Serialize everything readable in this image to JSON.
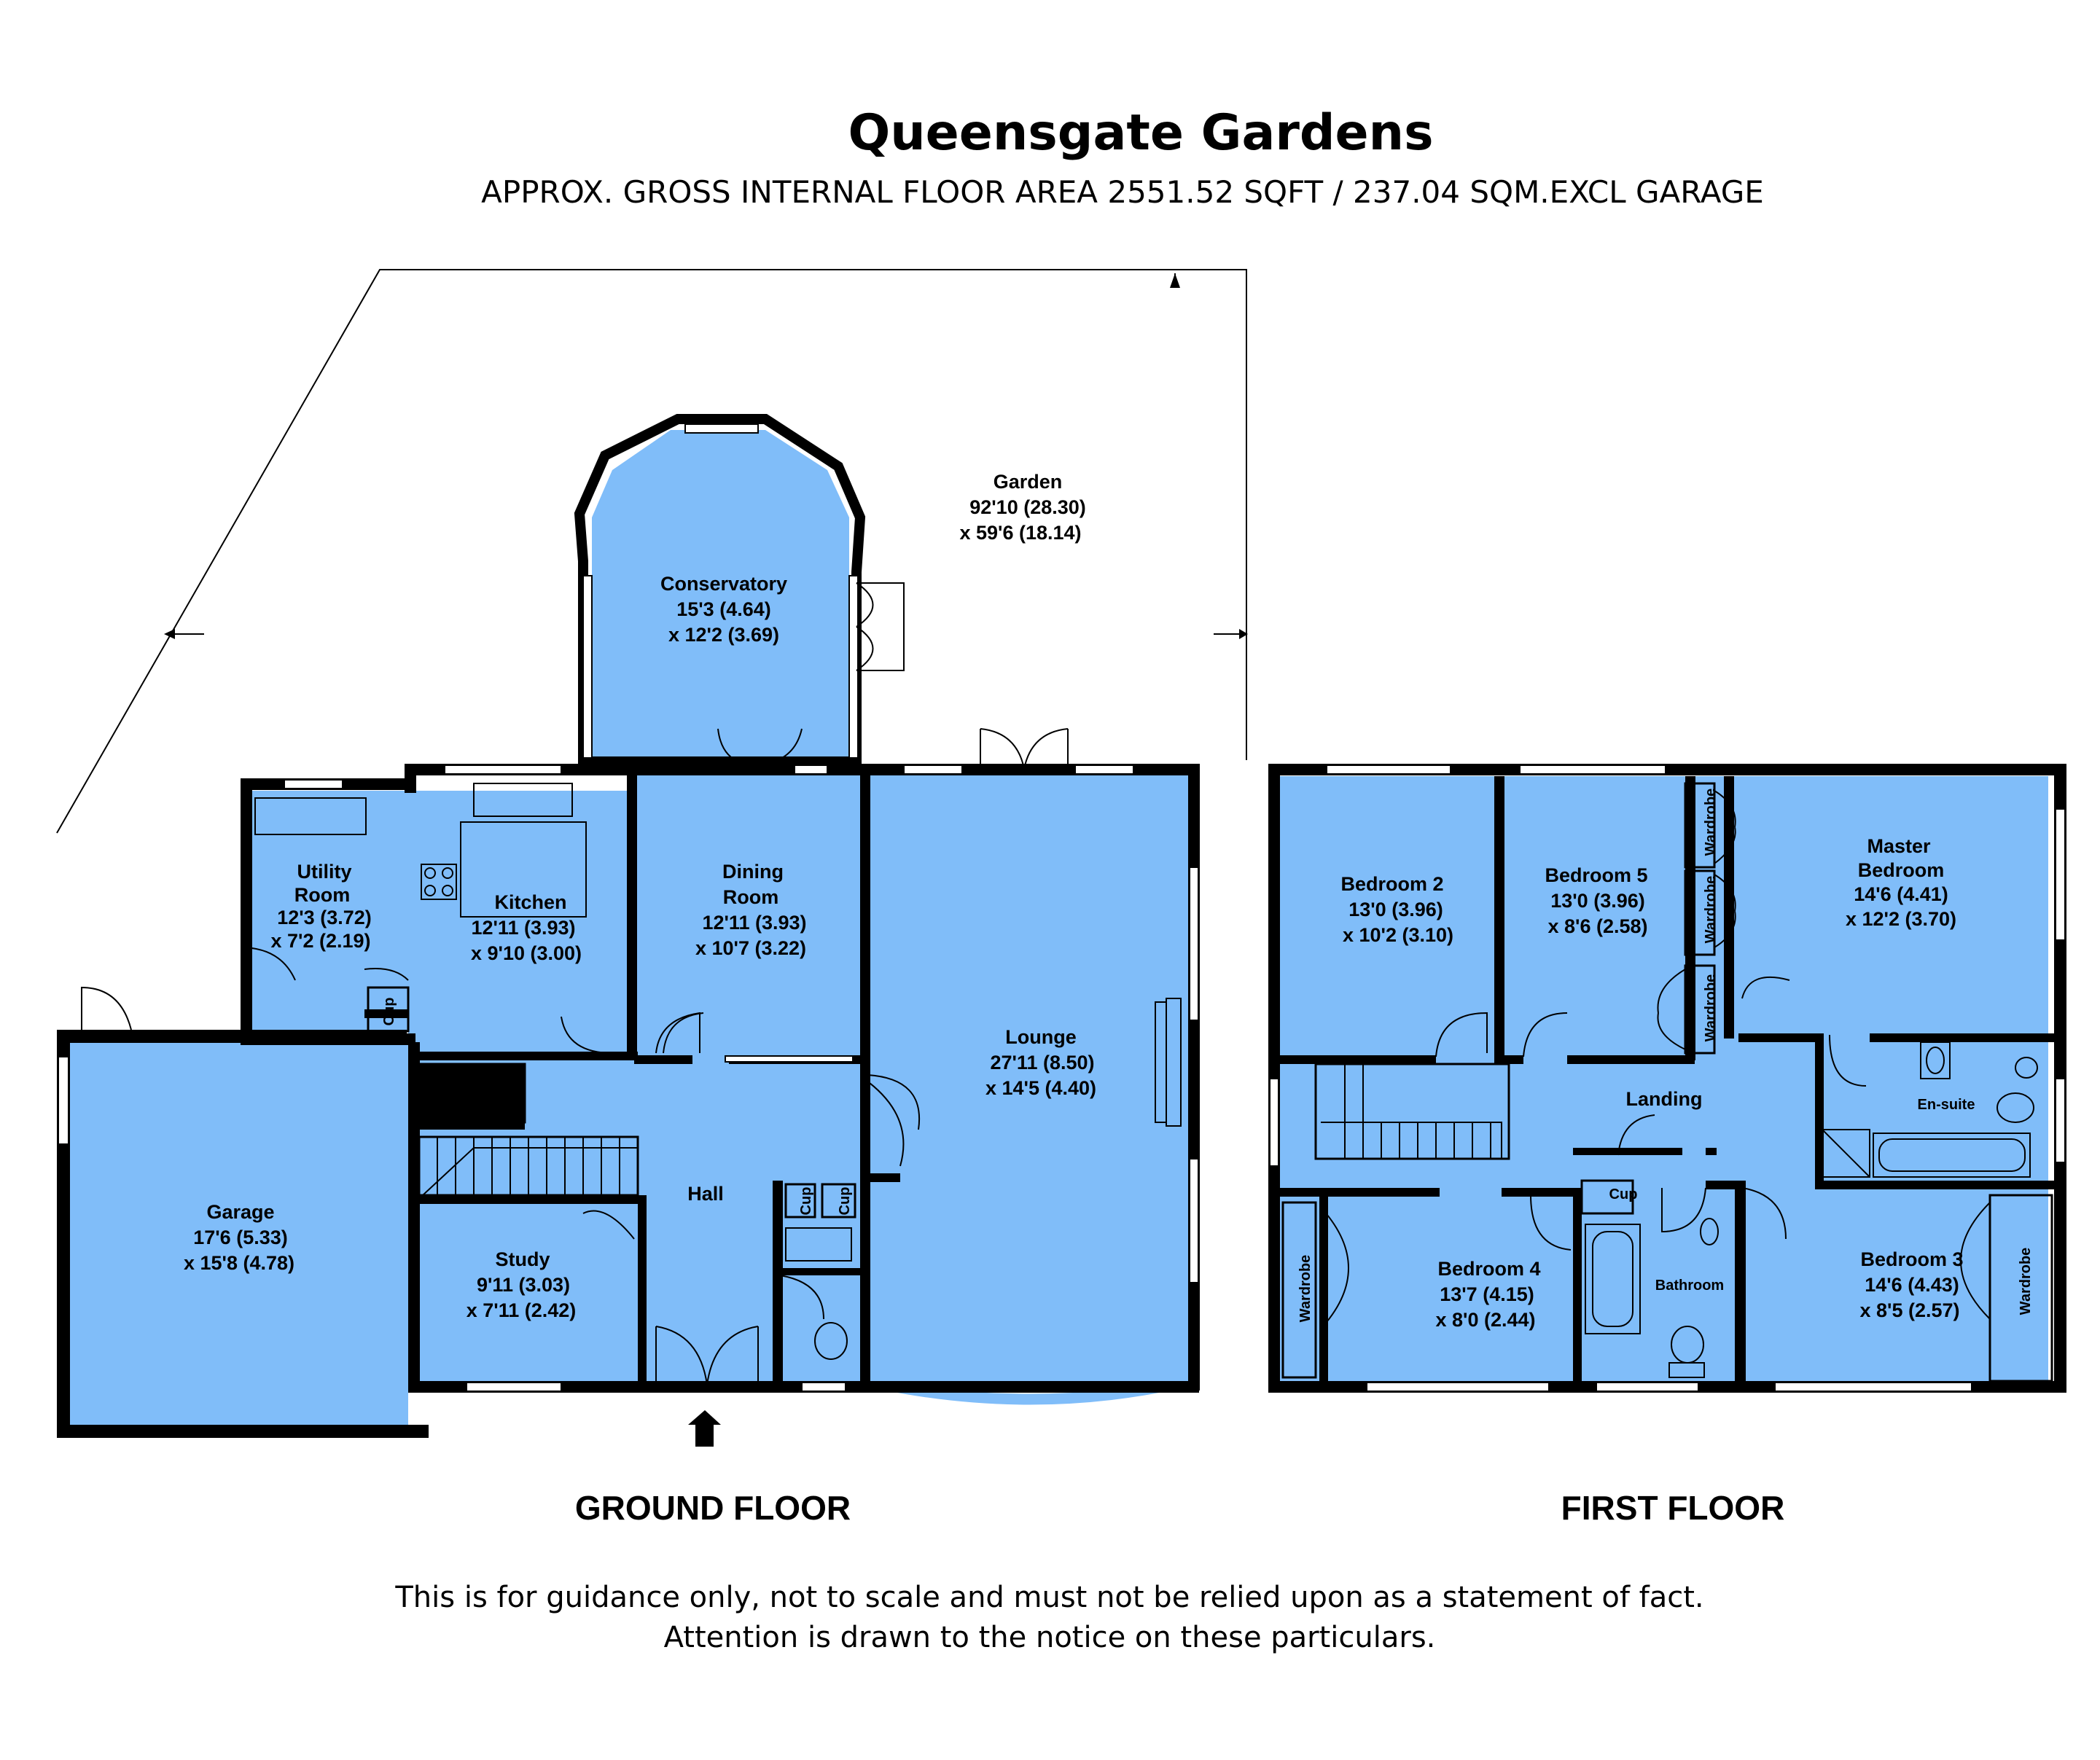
{
  "title": "Queensgate Gardens",
  "subtitle": "APPROX. GROSS INTERNAL FLOOR AREA 2551.52 SQFT / 237.04 SQM.EXCL GARAGE",
  "ground_floor": {
    "label": "GROUND FLOOR",
    "rooms": {
      "garden": {
        "name": "Garden",
        "dim1": "92'10 (28.30)",
        "dim2": "x 59'6 (18.14)"
      },
      "conservatory": {
        "name": "Conservatory",
        "dim1": "15'3 (4.64)",
        "dim2": "x 12'2 (3.69)"
      },
      "utility": {
        "name1": "Utility",
        "name2": "Room",
        "dim1": "12'3 (3.72)",
        "dim2": "x 7'2 (2.19)"
      },
      "kitchen": {
        "name": "Kitchen",
        "dim1": "12'11 (3.93)",
        "dim2": "x 9'10 (3.00)"
      },
      "dining": {
        "name1": "Dining",
        "name2": "Room",
        "dim1": "12'11 (3.93)",
        "dim2": "x 10'7 (3.22)"
      },
      "lounge": {
        "name": "Lounge",
        "dim1": "27'11 (8.50)",
        "dim2": "x 14'5 (4.40)"
      },
      "garage": {
        "name": "Garage",
        "dim1": "17'6 (5.33)",
        "dim2": "x 15'8 (4.78)"
      },
      "study": {
        "name": "Study",
        "dim1": "9'11 (3.03)",
        "dim2": "x 7'11 (2.42)"
      },
      "hall": {
        "name": "Hall"
      },
      "cup": "Cup"
    }
  },
  "first_floor": {
    "label": "FIRST FLOOR",
    "rooms": {
      "bedroom2": {
        "name": "Bedroom 2",
        "dim1": "13'0 (3.96)",
        "dim2": "x 10'2 (3.10)"
      },
      "bedroom5": {
        "name": "Bedroom 5",
        "dim1": "13'0 (3.96)",
        "dim2": "x 8'6 (2.58)"
      },
      "master": {
        "name1": "Master",
        "name2": "Bedroom",
        "dim1": "14'6 (4.41)",
        "dim2": "x 12'2 (3.70)"
      },
      "landing": {
        "name": "Landing"
      },
      "ensuite": {
        "name": "En-suite"
      },
      "bedroom4": {
        "name": "Bedroom 4",
        "dim1": "13'7 (4.15)",
        "dim2": "x 8'0 (2.44)"
      },
      "bathroom": {
        "name": "Bathroom"
      },
      "bedroom3": {
        "name": "Bedroom 3",
        "dim1": "14'6 (4.43)",
        "dim2": "x 8'5 (2.57)"
      },
      "cup": "Cup",
      "wardrobe": "Wardrobe"
    }
  },
  "disclaimer": {
    "line1": "This is for guidance only, not to scale and must not be relied upon as a statement of fact.",
    "line2": "Attention is drawn to the notice on these particulars."
  },
  "colors": {
    "room_fill": "#80bdf9",
    "wall": "#000000"
  }
}
